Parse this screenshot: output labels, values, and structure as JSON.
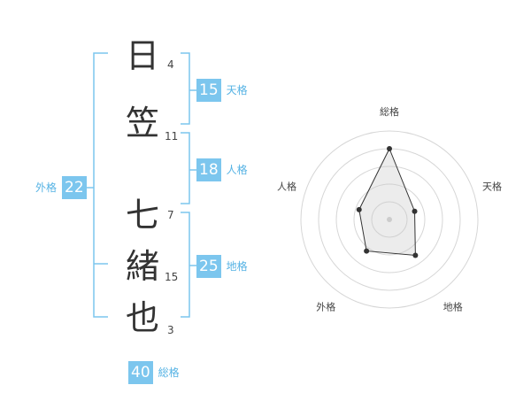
{
  "chart_data": {
    "type": "radar",
    "axes": [
      "総格",
      "天格",
      "地格",
      "外格",
      "人格"
    ],
    "values": [
      40,
      15,
      25,
      22,
      18
    ],
    "grid": true
  },
  "name_chars": [
    {
      "char": "日",
      "strokes": "4"
    },
    {
      "char": "笠",
      "strokes": "11"
    },
    {
      "char": "七",
      "strokes": "7"
    },
    {
      "char": "緒",
      "strokes": "15"
    },
    {
      "char": "也",
      "strokes": "3"
    }
  ],
  "tenkaku": {
    "value": "15",
    "label": "天格"
  },
  "jinkaku": {
    "value": "18",
    "label": "人格"
  },
  "chikaku": {
    "value": "25",
    "label": "地格"
  },
  "gaikaku": {
    "value": "22",
    "label": "外格"
  },
  "soukaku": {
    "value": "40",
    "label": "総格"
  },
  "colors": {
    "accent": "#7cc6ee",
    "accent_text": "#56b3e4",
    "bracket": "#7cc6ee"
  }
}
